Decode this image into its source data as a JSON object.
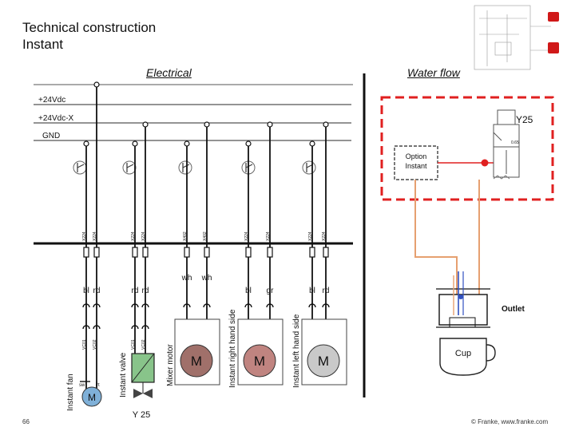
{
  "header": {
    "title_line1": "Technical construction",
    "title_line2": "Instant"
  },
  "sections": {
    "electrical": "Electrical",
    "water_flow": "Water flow"
  },
  "bus": {
    "rail1": "+24Vdc",
    "rail2": "+24Vdc-X",
    "rail3": "GND"
  },
  "connectors": [
    [
      "X224",
      "X224"
    ],
    [
      "X224",
      "X224"
    ],
    [
      "X402",
      "X402"
    ],
    [
      "X224",
      "X224"
    ],
    [
      "X224",
      "X224"
    ]
  ],
  "wires": [
    [
      "bl",
      "rd"
    ],
    [
      "rd",
      "rd"
    ],
    [
      "wh",
      "wh"
    ],
    [
      "bl",
      "gr"
    ],
    [
      "bl",
      "rd"
    ]
  ],
  "devices": {
    "fan": {
      "label": "Instant fan",
      "motor": "M",
      "pin_left": "sw",
      "pin_right": "rt",
      "connector_codes": [
        "VC01",
        "VC02"
      ]
    },
    "valve": {
      "label": "Instant valve",
      "name": "Y 25",
      "connector_codes": [
        "VC01",
        "VC02"
      ]
    },
    "mixer": {
      "label": "Mixer motor",
      "motor": "M"
    },
    "right": {
      "label": "Instant right hand side",
      "motor": "M"
    },
    "left": {
      "label": "Instant left hand side",
      "motor": "M"
    }
  },
  "water": {
    "valve_name": "Y25",
    "valve_rating": "0.65",
    "option_box_line1": "Option",
    "option_box_line2": "Instant",
    "outlet": "Outlet",
    "cup": "Cup"
  },
  "footer": {
    "page_number": "66",
    "copyright": "© Franke, www.franke.com"
  },
  "colors": {
    "motor_mixer": "#a0706a",
    "motor_right": "#c08480",
    "motor_left": "#c9c9c9",
    "motor_fan": "#7fb0d8",
    "valve_fill": "#88c48a",
    "frame_red": "#e02020",
    "pipe_orange": "#e6a070"
  }
}
